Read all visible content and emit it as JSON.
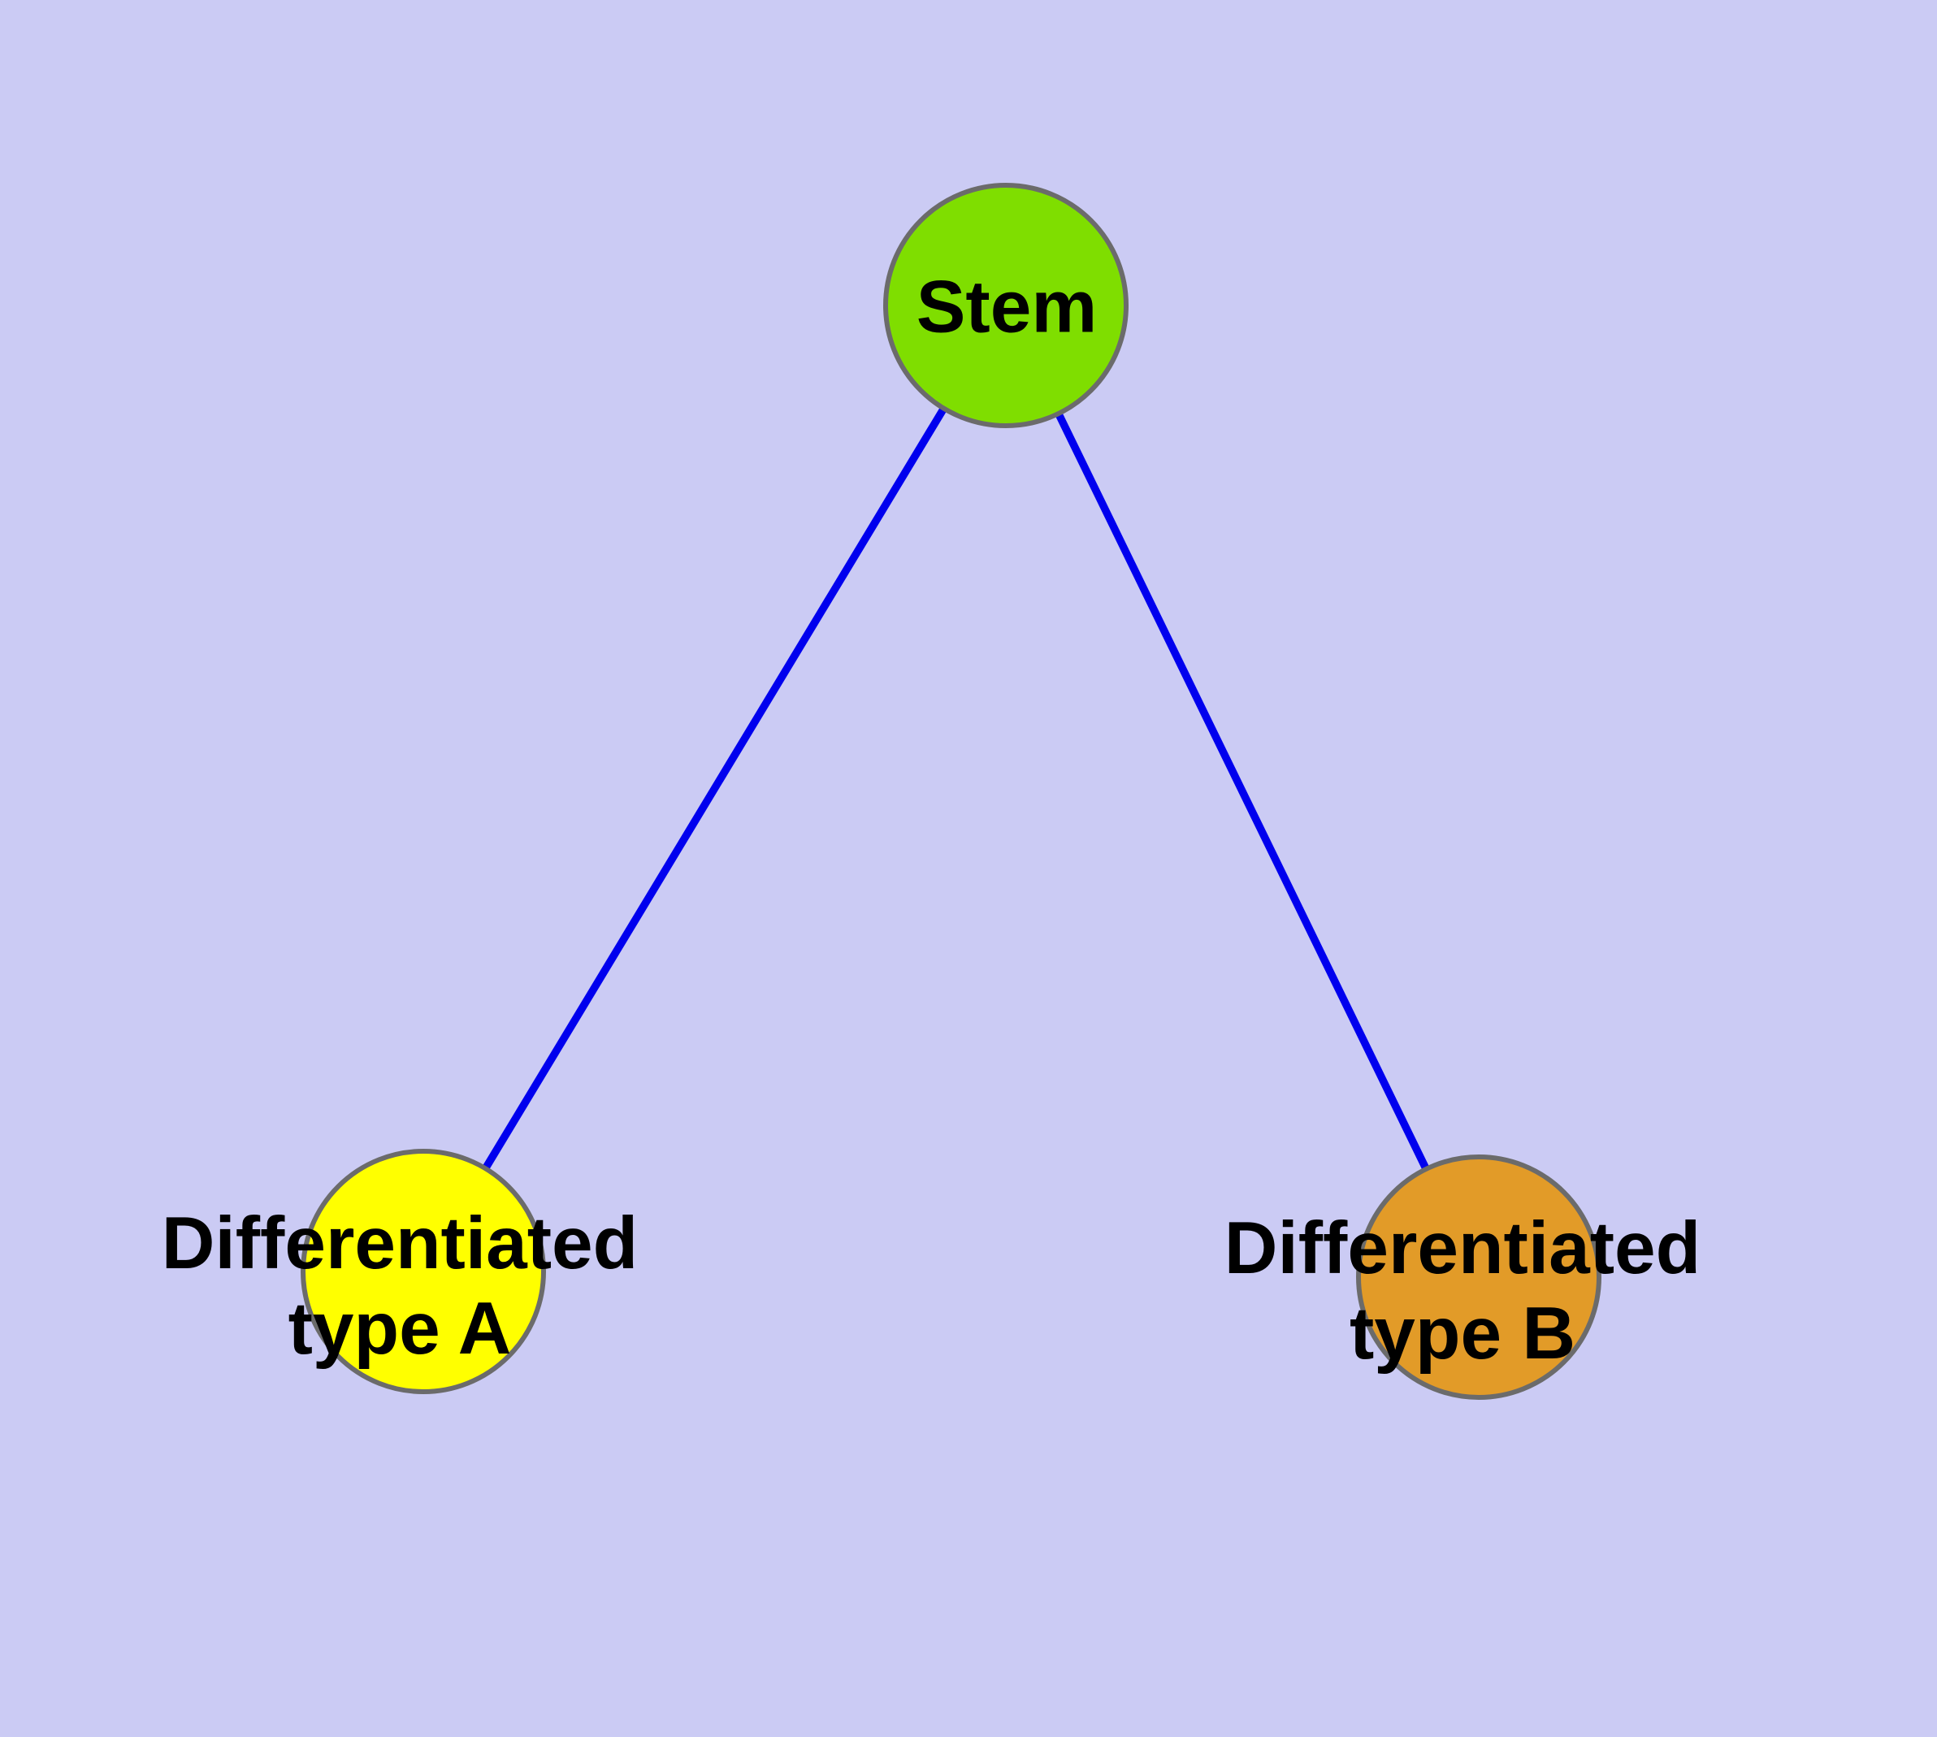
{
  "figure": {
    "type": "node-link-graph",
    "description_visible_text_only": true
  },
  "nodes": [
    {
      "id": "stem",
      "label": "Stem",
      "fill": "#7FDE00"
    },
    {
      "id": "typeA",
      "label": "Differentiated\ntype A",
      "fill": "#FFFF00"
    },
    {
      "id": "typeB",
      "label": "Differentiated\ntype B",
      "fill": "#E29B28"
    }
  ],
  "edges": [
    {
      "from": "stem",
      "to": "typeA"
    },
    {
      "from": "stem",
      "to": "typeB"
    }
  ],
  "styles": {
    "background": "#CBCBF4",
    "edge_color": "#0000EE",
    "node_border": "#6B6B6B",
    "label_color": "#000000"
  }
}
